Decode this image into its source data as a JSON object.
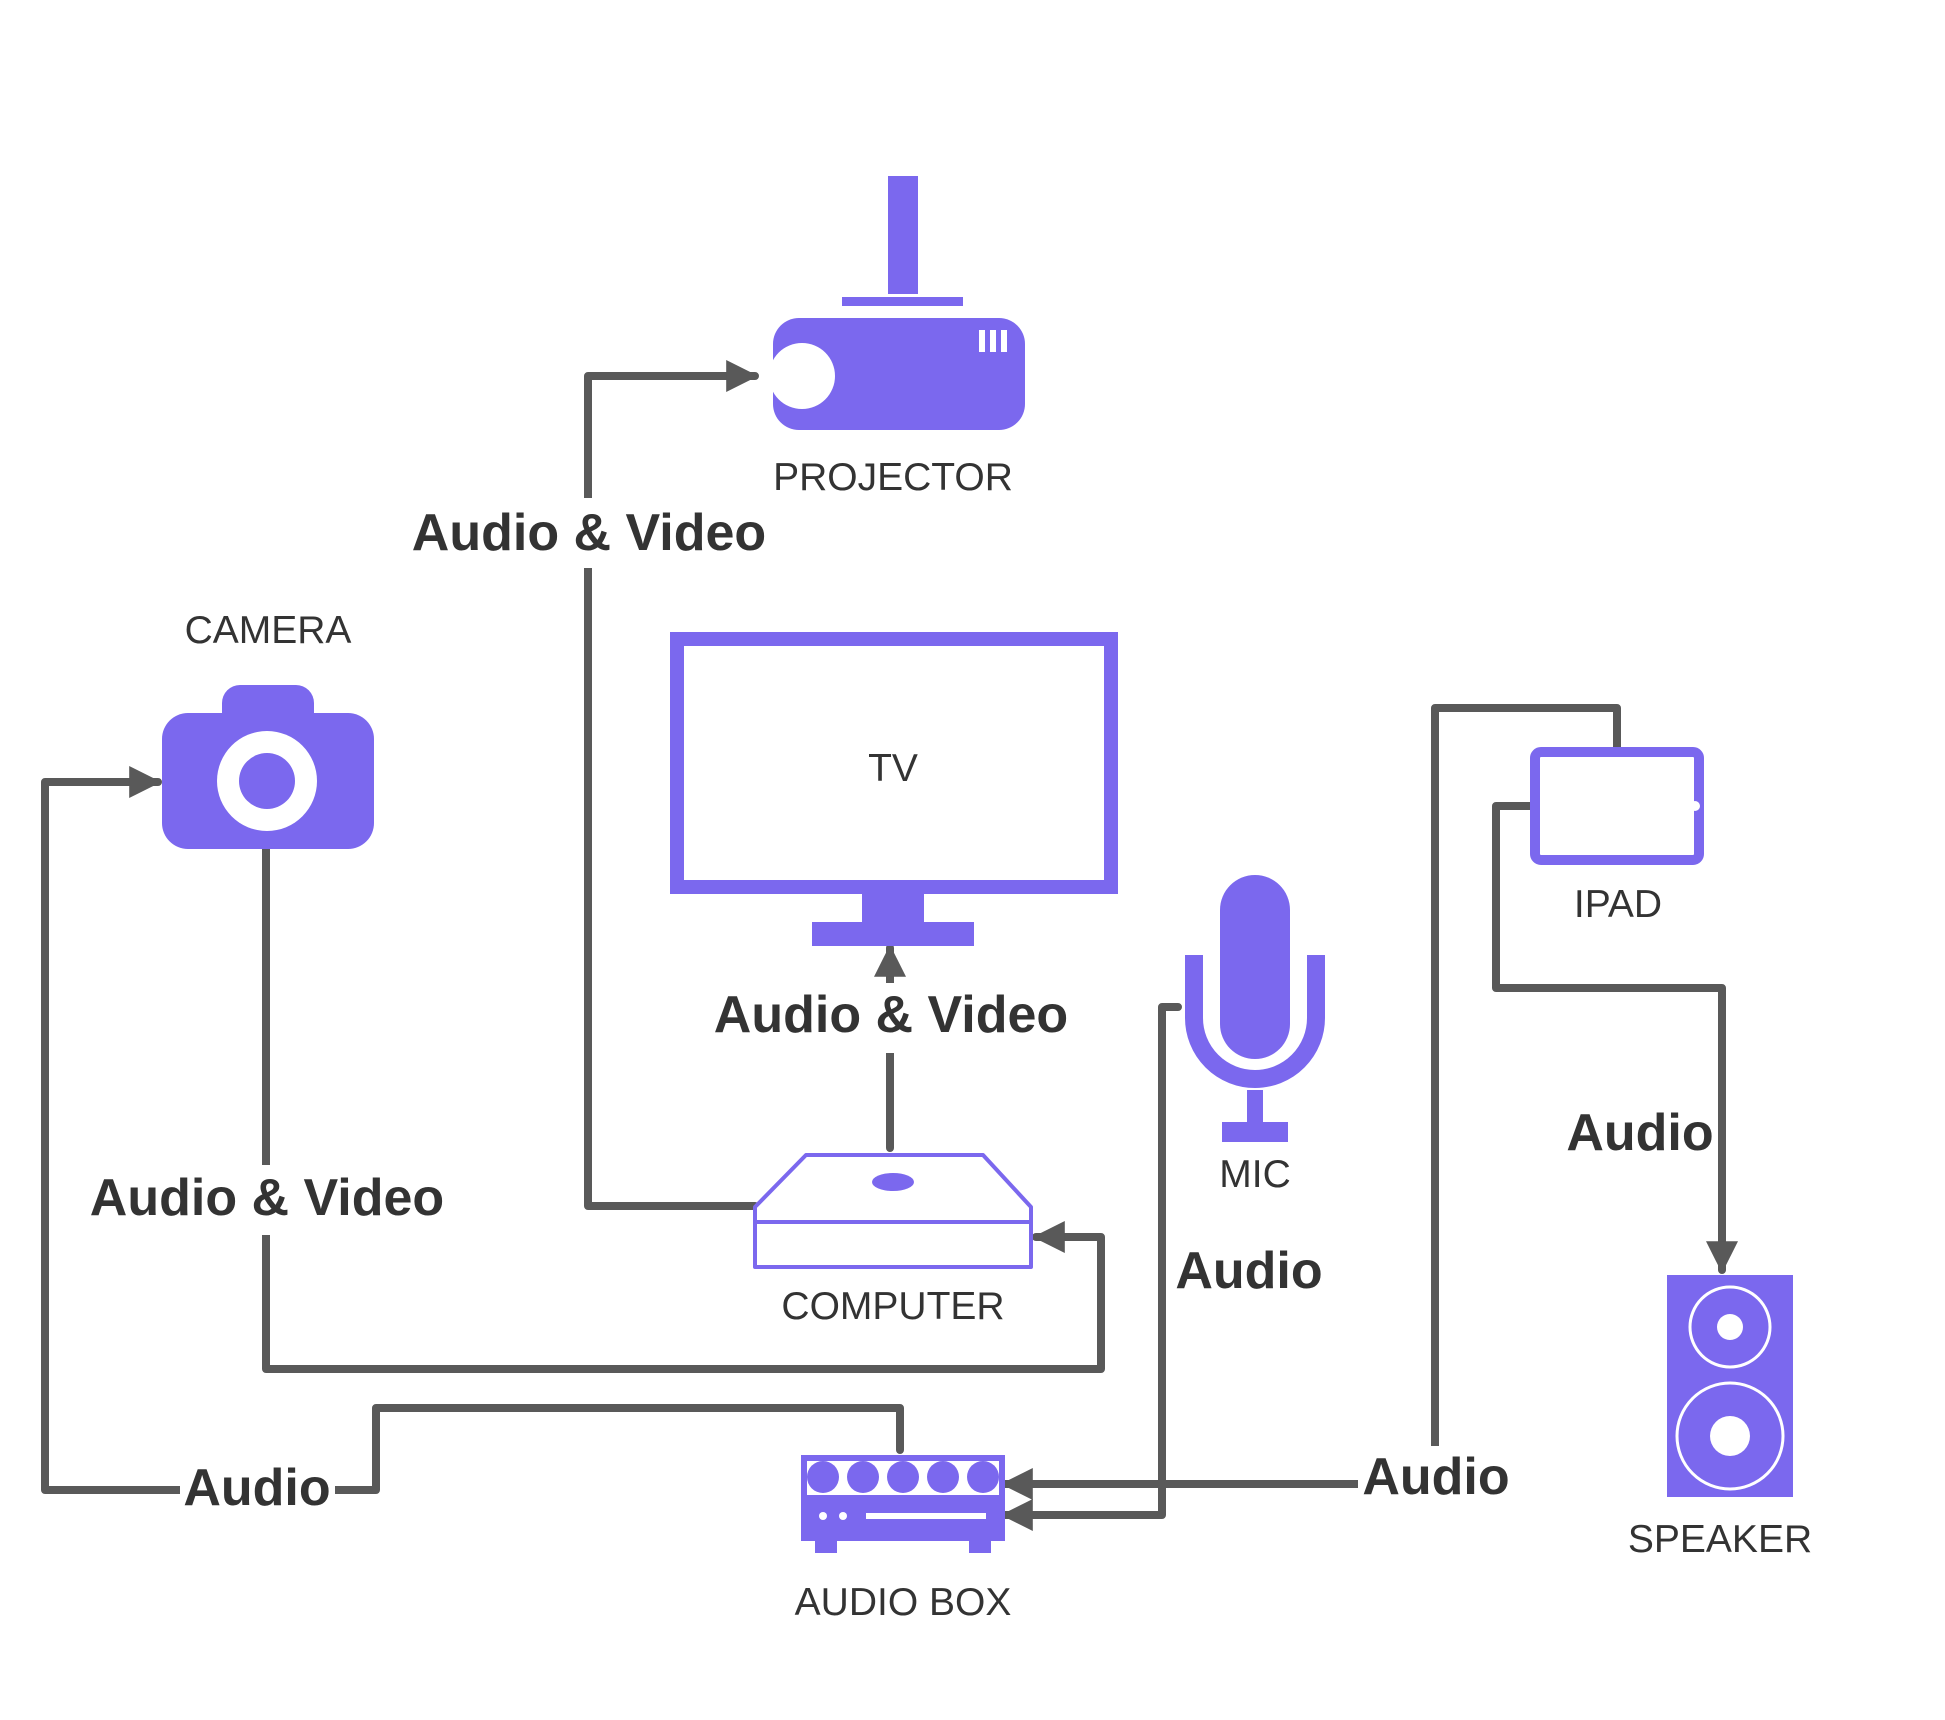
{
  "colors": {
    "device": "#7b68ee",
    "wire": "#595959",
    "text": "#333333",
    "background": "#ffffff"
  },
  "devices": {
    "projector": {
      "label": "PROJECTOR",
      "icon": "projector-icon"
    },
    "camera": {
      "label": "CAMERA",
      "icon": "camera-icon"
    },
    "tv": {
      "label": "TV",
      "icon": "tv-monitor-icon"
    },
    "mic": {
      "label": "MIC",
      "icon": "microphone-icon"
    },
    "ipad": {
      "label": "IPAD",
      "icon": "tablet-icon"
    },
    "computer": {
      "label": "COMPUTER",
      "icon": "computer-box-icon"
    },
    "speaker": {
      "label": "SPEAKER",
      "icon": "speaker-icon"
    },
    "audio_box": {
      "label": "AUDIO BOX",
      "icon": "audio-receiver-icon"
    }
  },
  "connections": {
    "computer_to_projector": "Audio & Video",
    "computer_to_tv": "Audio & Video",
    "camera_to_computer": "Audio & Video",
    "audio_box_to_camera": "Audio",
    "mic_to_audio_box": "Audio",
    "ipad_to_audio_box": "Audio",
    "ipad_to_speaker": "Audio"
  }
}
